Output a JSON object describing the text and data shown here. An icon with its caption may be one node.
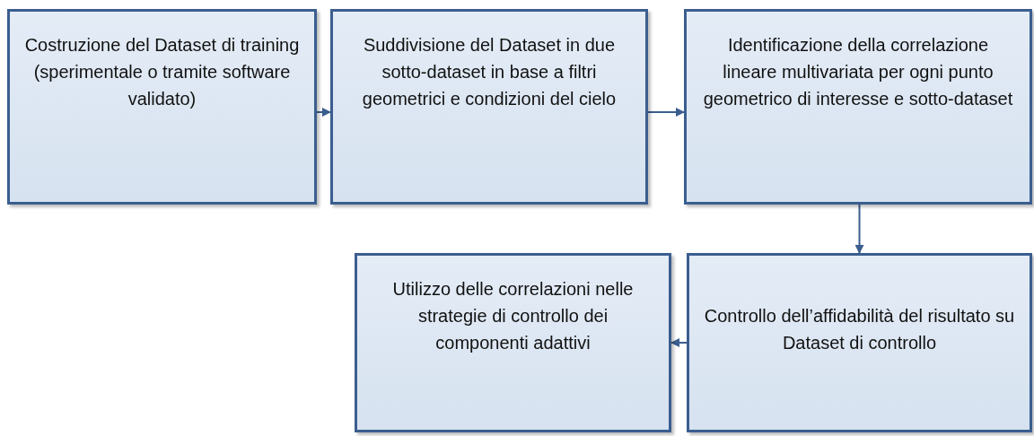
{
  "diagram": {
    "nodes": [
      {
        "text": [
          "Costruzione del Dataset di training (sperimentale o tramite software validato)"
        ]
      },
      {
        "text": [
          "Suddivisione del Dataset in due sotto-dataset in base a filtri geometrici e condizioni del cielo"
        ]
      },
      {
        "text": [
          "Identificazione della correlazione lineare multivariata per ogni punto geometrico di interesse e sotto-dataset"
        ]
      },
      {
        "text": [
          "Utilizzo delle correlazioni nelle strategie di controllo dei componenti adattivi"
        ]
      },
      {
        "text": [
          "Controllo dell’affidabilità del risultato su Dataset di controllo"
        ]
      }
    ],
    "edges": [
      {
        "from": 0,
        "to": 1,
        "arrow": "to"
      },
      {
        "from": 1,
        "to": 2,
        "arrow": "to"
      },
      {
        "from": 2,
        "to": 4,
        "arrow": "to"
      },
      {
        "from": 4,
        "to": 3,
        "arrow": "to"
      }
    ]
  }
}
